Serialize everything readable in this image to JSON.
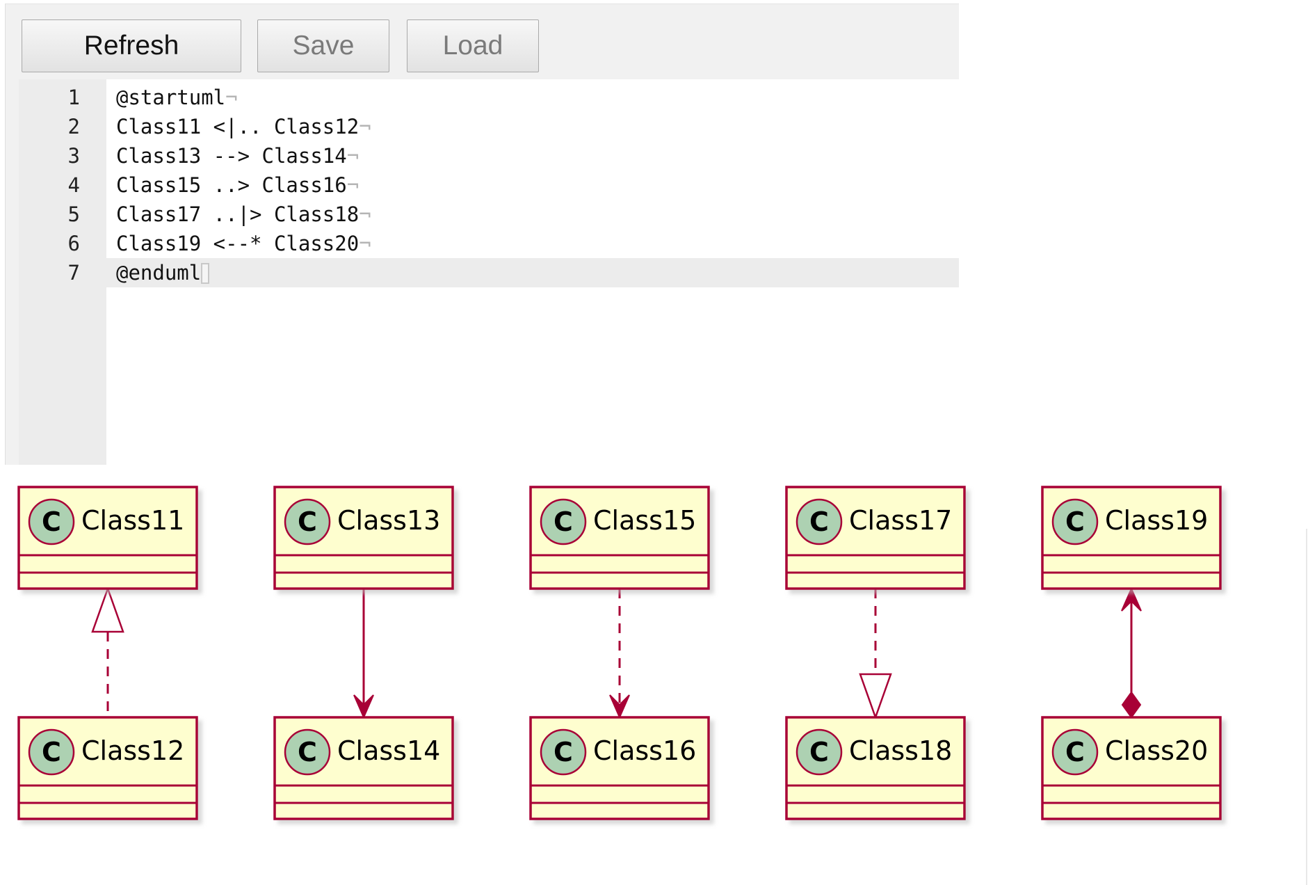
{
  "toolbar": {
    "refresh_label": "Refresh",
    "save_label": "Save",
    "load_label": "Load"
  },
  "editor": {
    "active_line": 7,
    "lines": [
      {
        "number": "1",
        "text": "@startuml"
      },
      {
        "number": "2",
        "text": "Class11 <|.. Class12"
      },
      {
        "number": "3",
        "text": "Class13 --> Class14"
      },
      {
        "number": "4",
        "text": "Class15 ..> Class16"
      },
      {
        "number": "5",
        "text": "Class17 ..|> Class18"
      },
      {
        "number": "6",
        "text": "Class19 <--* Class20"
      },
      {
        "number": "7",
        "text": "@enduml"
      }
    ]
  },
  "diagram": {
    "circle_letter": "C",
    "colors": {
      "class_fill": "#fefecf",
      "class_border": "#a80036",
      "circle_fill": "#add1b2",
      "arrow": "#a80036"
    },
    "classes": [
      "Class11",
      "Class12",
      "Class13",
      "Class14",
      "Class15",
      "Class16",
      "Class17",
      "Class18",
      "Class19",
      "Class20"
    ],
    "relations": [
      {
        "from": "Class12",
        "to": "Class11",
        "kind": "realization",
        "line": "dashed",
        "head": "hollow-triangle"
      },
      {
        "from": "Class13",
        "to": "Class14",
        "kind": "association",
        "line": "solid",
        "head": "open-arrow"
      },
      {
        "from": "Class15",
        "to": "Class16",
        "kind": "dependency",
        "line": "dashed",
        "head": "open-arrow"
      },
      {
        "from": "Class17",
        "to": "Class18",
        "kind": "realization",
        "line": "dashed",
        "head": "hollow-triangle"
      },
      {
        "from": "Class20",
        "to": "Class19",
        "kind": "composition",
        "line": "solid",
        "head": "open-arrow",
        "tail": "filled-diamond"
      }
    ]
  }
}
